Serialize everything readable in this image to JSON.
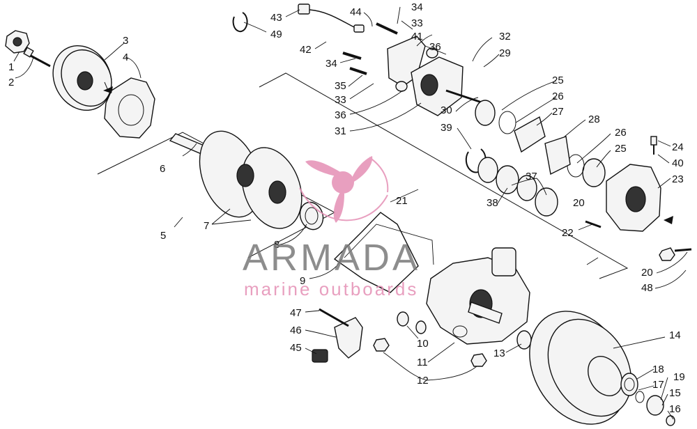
{
  "watermark": {
    "brand": "ARMADA",
    "tagline": "marine outboards",
    "accent": "#e58fb5"
  },
  "callouts": [
    {
      "text": "1"
    },
    {
      "text": "2"
    },
    {
      "text": "3"
    },
    {
      "text": "4"
    },
    {
      "text": "5"
    },
    {
      "text": "6"
    },
    {
      "text": "7"
    },
    {
      "text": "8"
    },
    {
      "text": "9"
    },
    {
      "text": "10"
    },
    {
      "text": "11"
    },
    {
      "text": "12"
    },
    {
      "text": "13"
    },
    {
      "text": "14"
    },
    {
      "text": "15"
    },
    {
      "text": "16"
    },
    {
      "text": "17"
    },
    {
      "text": "18"
    },
    {
      "text": "19"
    },
    {
      "text": "20"
    },
    {
      "text": "20"
    },
    {
      "text": "21"
    },
    {
      "text": "22"
    },
    {
      "text": "23"
    },
    {
      "text": "24"
    },
    {
      "text": "25"
    },
    {
      "text": "25"
    },
    {
      "text": "26"
    },
    {
      "text": "26"
    },
    {
      "text": "27"
    },
    {
      "text": "28"
    },
    {
      "text": "29"
    },
    {
      "text": "30"
    },
    {
      "text": "31"
    },
    {
      "text": "32"
    },
    {
      "text": "33"
    },
    {
      "text": "33"
    },
    {
      "text": "34"
    },
    {
      "text": "34"
    },
    {
      "text": "35"
    },
    {
      "text": "36"
    },
    {
      "text": "36"
    },
    {
      "text": "37"
    },
    {
      "text": "38"
    },
    {
      "text": "39"
    },
    {
      "text": "40"
    },
    {
      "text": "41"
    },
    {
      "text": "42"
    },
    {
      "text": "43"
    },
    {
      "text": "44"
    },
    {
      "text": "45"
    },
    {
      "text": "46"
    },
    {
      "text": "47"
    },
    {
      "text": "48"
    },
    {
      "text": "49"
    }
  ]
}
